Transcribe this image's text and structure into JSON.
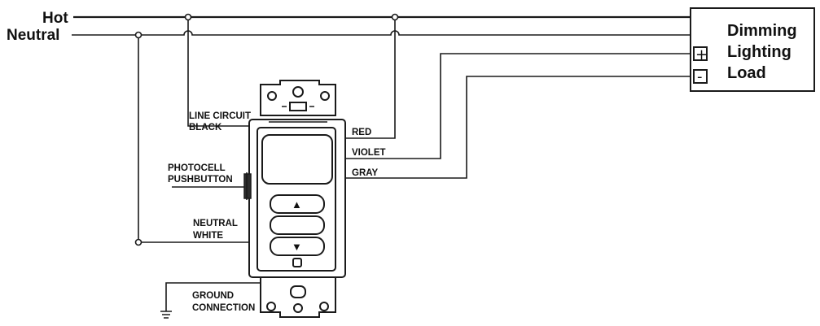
{
  "supply": {
    "hot_label": "Hot",
    "neutral_label": "Neutral"
  },
  "load": {
    "line1": "Dimming",
    "line2": "Lighting",
    "line3": "Load",
    "plus_symbol": "+",
    "minus_symbol": "-"
  },
  "wires": {
    "line_circuit": "LINE CIRCUIT",
    "line_black": "BLACK",
    "photocell": "PHOTOCELL",
    "pushbutton": "PUSHBUTTON",
    "neutral": "NEUTRAL",
    "white": "WHITE",
    "ground": "GROUND",
    "connection": "CONNECTION",
    "red": "RED",
    "violet": "VIOLET",
    "gray": "GRAY"
  },
  "device": {
    "up_symbol": "▲",
    "down_symbol": "▼"
  }
}
